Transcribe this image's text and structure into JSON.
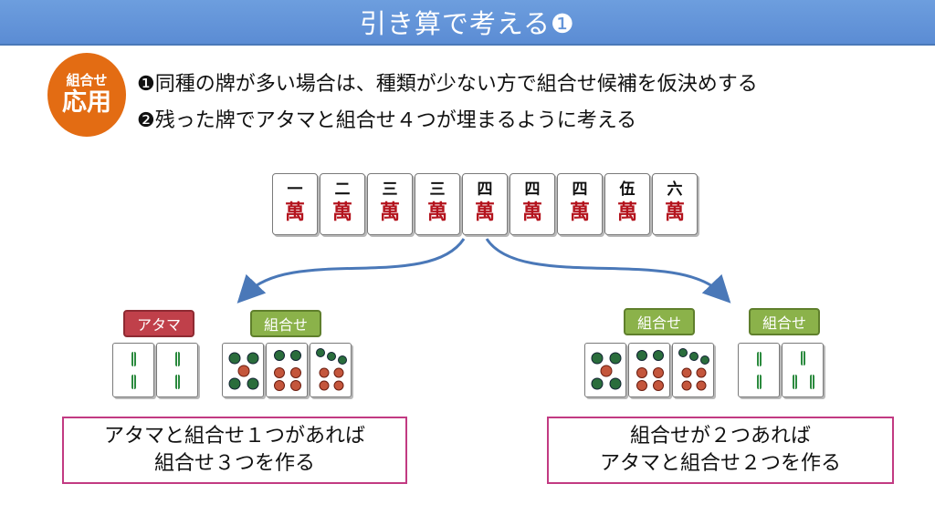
{
  "title": "引き算で考える❶",
  "badge": {
    "line1": "組合せ",
    "line2": "応用"
  },
  "rules": [
    "❶同種の牌が多い場合は、種類が少ない方で組合せ候補を仮決めする",
    "❷残った牌でアタマと組合せ４つが埋まるように考える"
  ],
  "hand": {
    "suit_char": "萬",
    "tiles": [
      "一",
      "二",
      "三",
      "三",
      "四",
      "四",
      "四",
      "伍",
      "六"
    ]
  },
  "left_group": {
    "label_atama": "アタマ",
    "label_kumiawase": "組合せ",
    "explanation_line1": "アタマと組合せ１つがあれば",
    "explanation_line2": "組合せ３つを作る"
  },
  "right_group": {
    "label_kumiawase_1": "組合せ",
    "label_kumiawase_2": "組合せ",
    "explanation_line1": "組合せが２つあれば",
    "explanation_line2": "アタマと組合せ２つを作る"
  },
  "colors": {
    "title_bg": "#5b8cd4",
    "badge": "#e36c13",
    "man_red": "#b4141e",
    "label_red": "#c0404a",
    "label_green": "#8bb24a",
    "box_border": "#c23a82",
    "arrow": "#4a78b8"
  }
}
